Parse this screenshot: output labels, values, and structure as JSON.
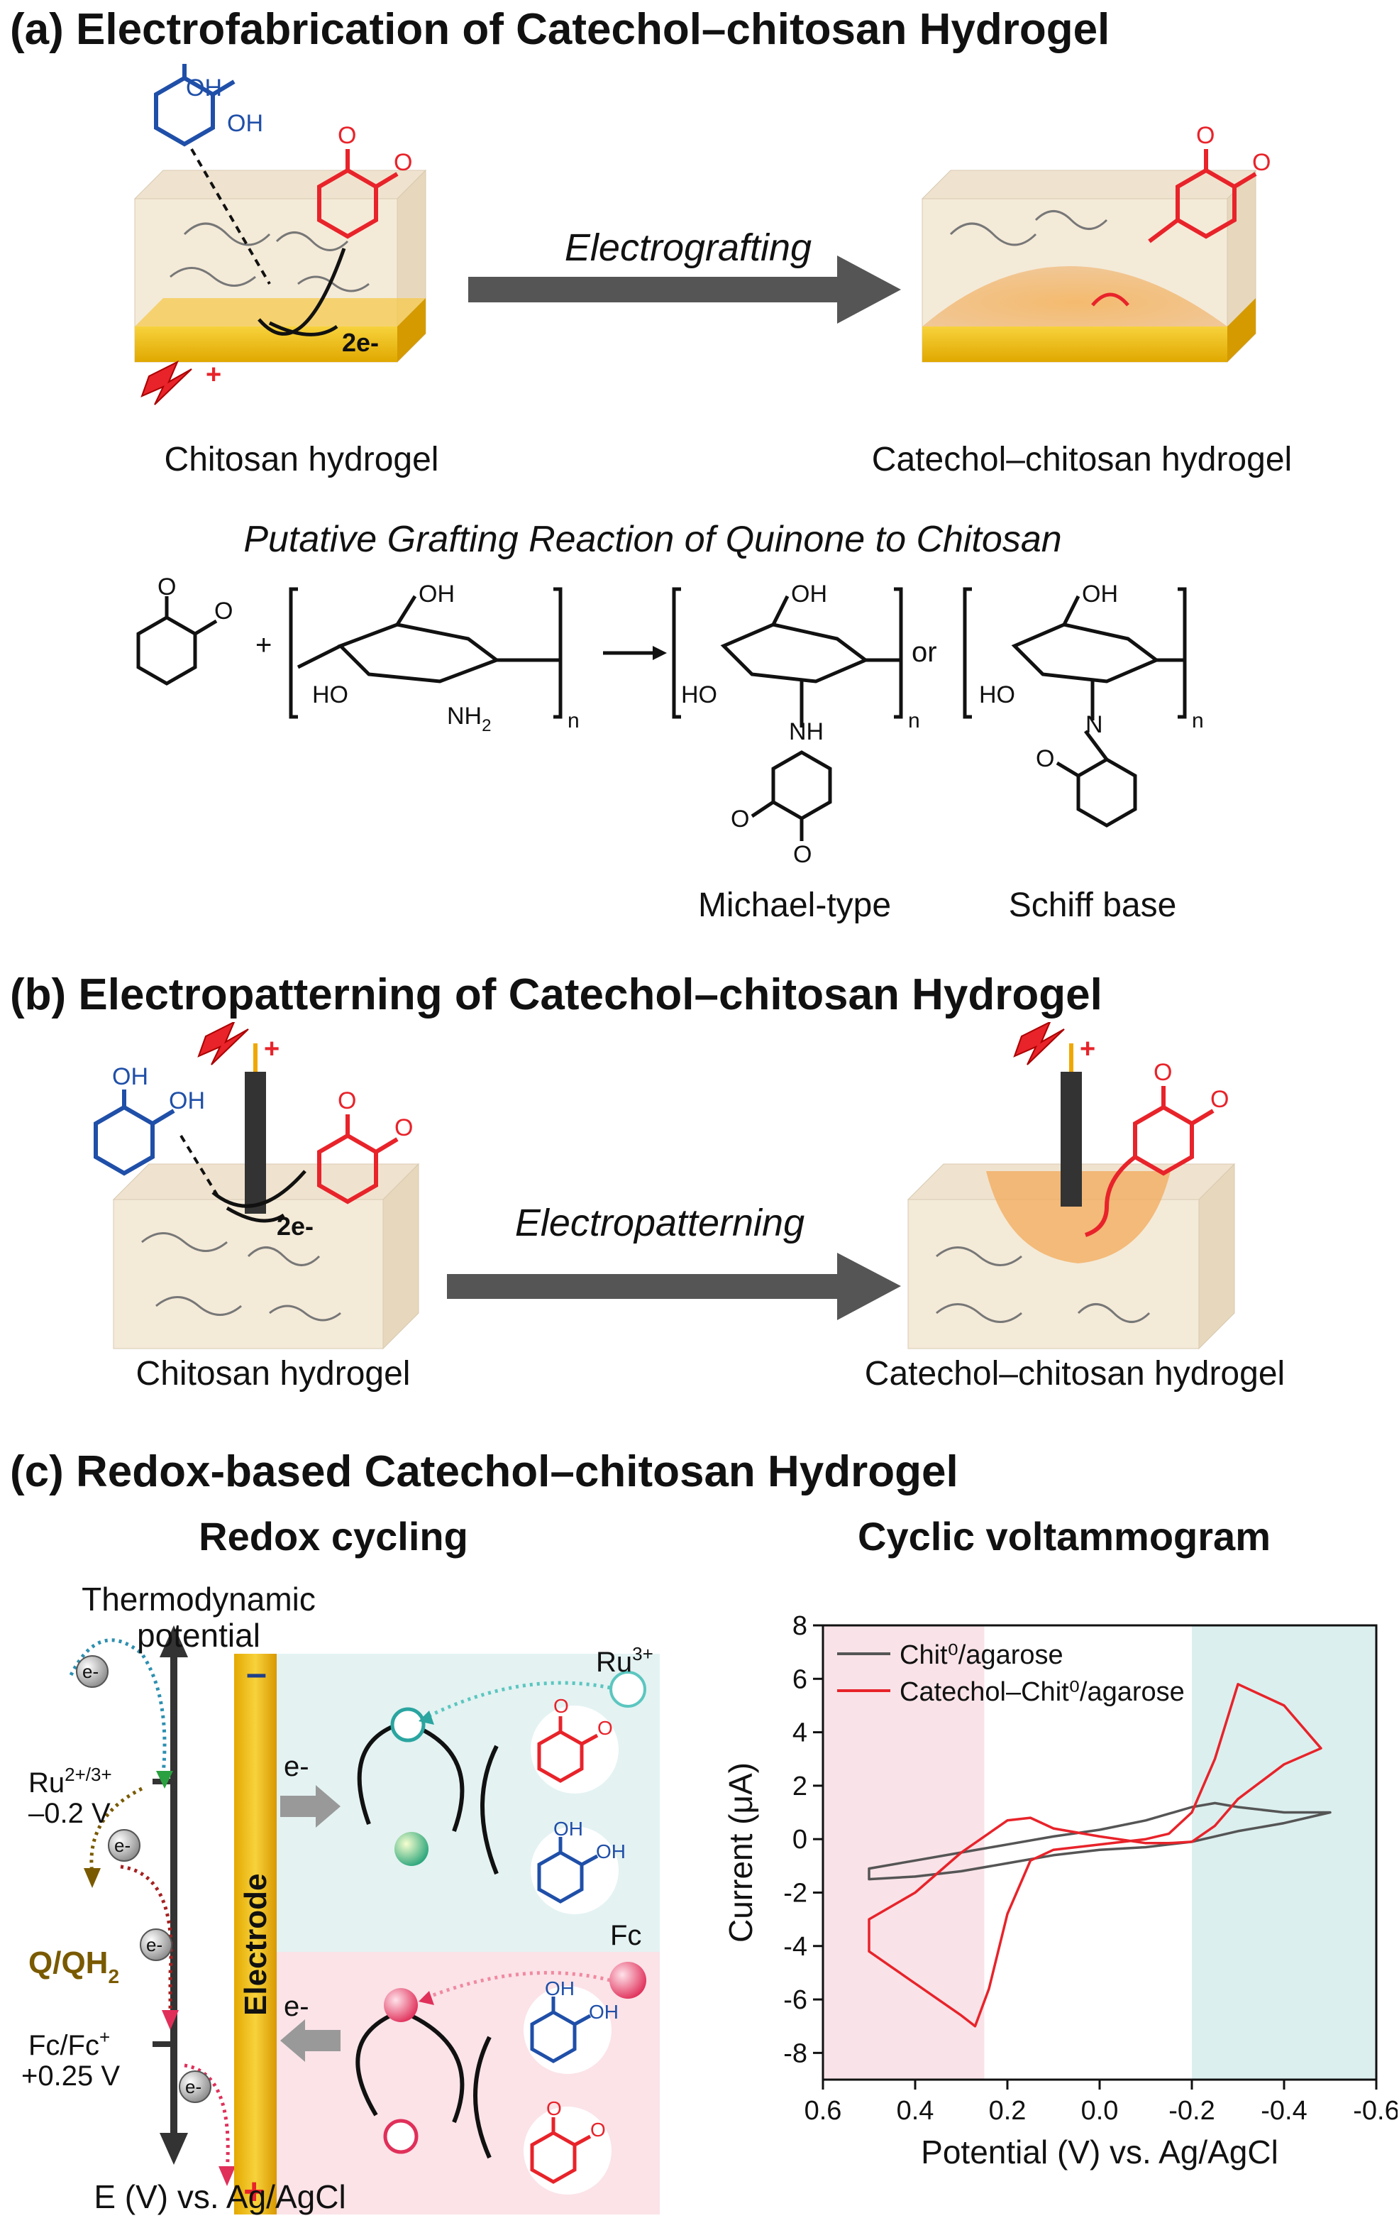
{
  "panel_a": {
    "title": "(a) Electrofabrication of Catechol–chitosan Hydrogel",
    "arrow_label": "Electrografting",
    "left_label": "Chitosan hydrogel",
    "right_label": "Catechol–chitosan hydrogel",
    "electrons": "2e-",
    "reaction_title": "Putative Grafting Reaction of Quinone to Chitosan",
    "oh": "OH",
    "ho": "HO",
    "o": "O",
    "nh2": "NH",
    "nh2_sub": "2",
    "nh": "NH",
    "n_atom": "N",
    "n_sub": "n",
    "plus": "+",
    "or": "or",
    "product1": "Michael-type",
    "product2": "Schiff base"
  },
  "panel_b": {
    "title": "(b) Electropatterning of Catechol–chitosan Hydrogel",
    "arrow_label": "Electropatterning",
    "left_label": "Chitosan hydrogel",
    "right_label": "Catechol–chitosan hydrogel",
    "electrons": "2e-"
  },
  "panel_c": {
    "title": "(c) Redox-based Catechol–chitosan Hydrogel",
    "left_title": "Redox cycling",
    "right_title": "Cyclic voltammogram",
    "thermo_label": "Thermodynamic potential",
    "ru_label": "Ru",
    "ru_charge": "2+/3+",
    "ru_potential": "–0.2 V",
    "q_label": "Q/QH",
    "q_sub": "2",
    "fc_label": "Fc/Fc",
    "fc_charge": "+",
    "fc_potential": "+0.25 V",
    "axis_label": "E (V) vs. Ag/AgCl",
    "electrode_label": "Electrode",
    "minus": "–",
    "plus": "+",
    "eminus": "e-",
    "ru3": "Ru",
    "ru3_charge": "3+",
    "fc": "Fc"
  },
  "chart_data": {
    "type": "line",
    "xlabel": "Potential (V) vs. Ag/AgCl",
    "ylabel": "Current (μA)",
    "xlim": [
      0.6,
      -0.6
    ],
    "ylim": [
      -9,
      8
    ],
    "x_ticks": [
      "0.6",
      "0.4",
      "0.2",
      "0.0",
      "-0.2",
      "-0.4",
      "-0.6"
    ],
    "y_ticks": [
      "8",
      "6",
      "4",
      "2",
      "0",
      "-2",
      "-4",
      "-6",
      "-8"
    ],
    "legend_position": "top-left",
    "shaded_regions": [
      {
        "from": 0.6,
        "to": 0.25,
        "color": "#f9e3e8"
      },
      {
        "from": -0.2,
        "to": -0.6,
        "color": "#dcefef"
      }
    ],
    "series": [
      {
        "name": "Chit⁰/agarose",
        "color": "#555555",
        "x": [
          0.5,
          0.4,
          0.3,
          0.2,
          0.1,
          0.0,
          -0.1,
          -0.2,
          -0.3,
          -0.4,
          -0.5,
          -0.4,
          -0.3,
          -0.25,
          -0.2,
          -0.1,
          0.0,
          0.1,
          0.2,
          0.3,
          0.4,
          0.5
        ],
        "y": [
          -1.5,
          -1.4,
          -1.2,
          -0.9,
          -0.6,
          -0.4,
          -0.3,
          -0.1,
          0.3,
          0.6,
          1.0,
          1.0,
          1.2,
          1.35,
          1.2,
          0.7,
          0.35,
          0.1,
          -0.2,
          -0.5,
          -0.8,
          -1.1
        ]
      },
      {
        "name": "Catechol–Chit⁰/agarose",
        "color": "#e8232a",
        "x": [
          0.5,
          0.45,
          0.4,
          0.35,
          0.3,
          0.27,
          0.24,
          0.2,
          0.15,
          0.1,
          0.0,
          -0.1,
          -0.15,
          -0.2,
          -0.25,
          -0.3,
          -0.4,
          -0.48,
          -0.4,
          -0.3,
          -0.25,
          -0.2,
          -0.15,
          -0.1,
          0.0,
          0.1,
          0.15,
          0.2,
          0.3,
          0.4,
          0.5
        ],
        "y": [
          -4.2,
          -4.8,
          -5.4,
          -6.0,
          -6.6,
          -7.0,
          -5.6,
          -2.8,
          -0.8,
          -0.4,
          -0.2,
          0.0,
          0.2,
          1.0,
          3.0,
          5.8,
          5.0,
          3.4,
          2.8,
          1.5,
          0.5,
          -0.1,
          -0.15,
          -0.15,
          0.1,
          0.4,
          0.8,
          0.7,
          -0.5,
          -2.0,
          -3.0
        ]
      }
    ]
  }
}
